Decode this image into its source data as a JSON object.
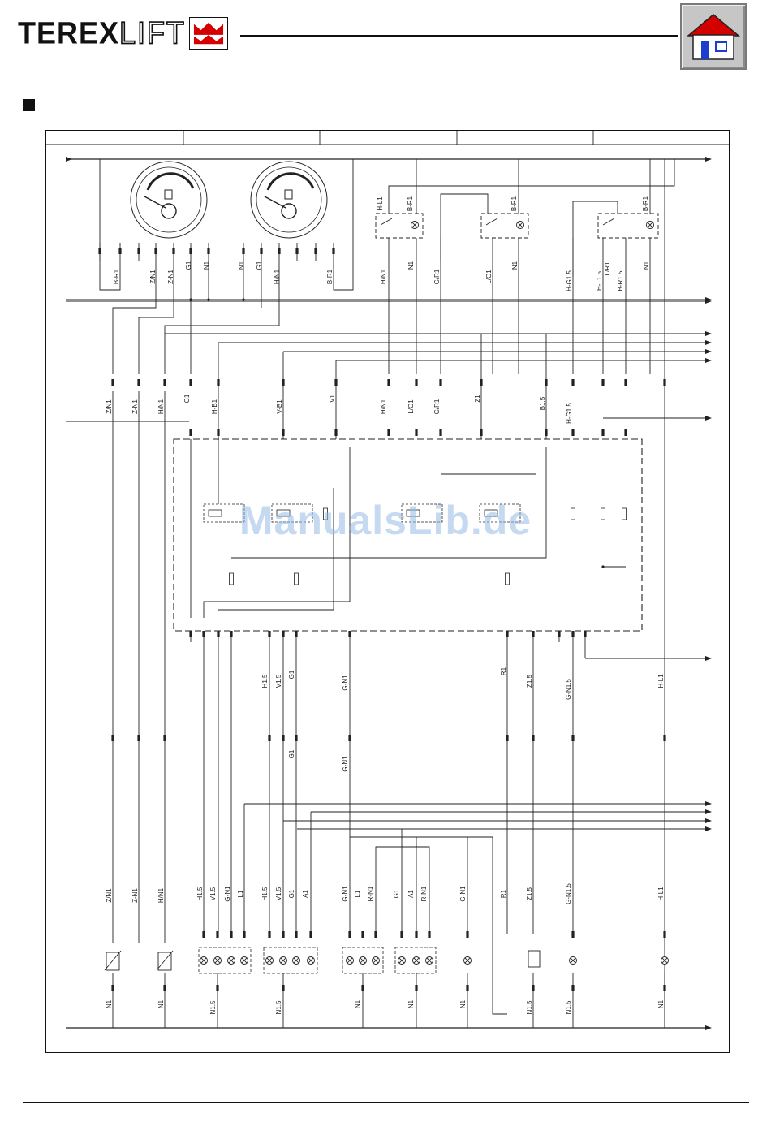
{
  "header": {
    "logo_text_bold": "TEREX",
    "logo_text_outline": "LIFT",
    "logo_icon": "crown-icon",
    "home_icon": "home-icon"
  },
  "colors": {
    "line": "#222222",
    "home_roof": "#d40000",
    "home_door": "#1a3fd0",
    "home_bg": "#c6c6c6",
    "watermark": "#96b9e6"
  },
  "diagram": {
    "gauges": [
      {
        "name": "fuel-gauge",
        "icon": "fuel-pump-icon"
      },
      {
        "name": "battery-gauge",
        "icon": "battery-icon"
      }
    ],
    "labels": {
      "gauge_row": [
        "B-R1",
        "Z/N1",
        "Z-N1",
        "G1",
        "N1",
        "N1",
        "G1",
        "H/N1",
        "B-R1"
      ],
      "switch_top": [
        "H-L1",
        "B-R1",
        "B-R1",
        "B-R1"
      ],
      "switch_row": [
        "H/N1",
        "N1",
        "G/R1",
        "L/G1",
        "N1",
        "H-G1.5",
        "H-L1.5",
        "L/R1",
        "B-R1.5",
        "N1"
      ],
      "harness_row": [
        "Z/N1",
        "Z-N1",
        "H/N1",
        "G1",
        "H-B1",
        "V-B1",
        "V1",
        "H/N1",
        "L/G1",
        "G/R1",
        "Z1",
        "B1.5",
        "H-G1.5"
      ],
      "module_out": [
        "H1.5",
        "V1.5",
        "G1",
        "G-N1",
        "R1",
        "Z1.5",
        "G-N1.5",
        "H-L1"
      ],
      "lower_mid": [
        "G1",
        "G-N1"
      ],
      "lamp_row": [
        "Z/N1",
        "Z-N1",
        "H/N1",
        "H1.5",
        "V1.5",
        "G-N1",
        "L1",
        "H1.5",
        "V1.5",
        "G1",
        "A1",
        "G-N1",
        "L1",
        "R-N1",
        "G1",
        "A1",
        "R-N1",
        "G-N1",
        "R1",
        "Z1.5",
        "G-N1.5",
        "H-L1"
      ],
      "ground_row": [
        "N1",
        "N1",
        "N1.5",
        "N1.5",
        "N1",
        "N1",
        "N1",
        "N1.5",
        "N1.5",
        "N1"
      ]
    },
    "watermark": "ManualsLib.de"
  }
}
